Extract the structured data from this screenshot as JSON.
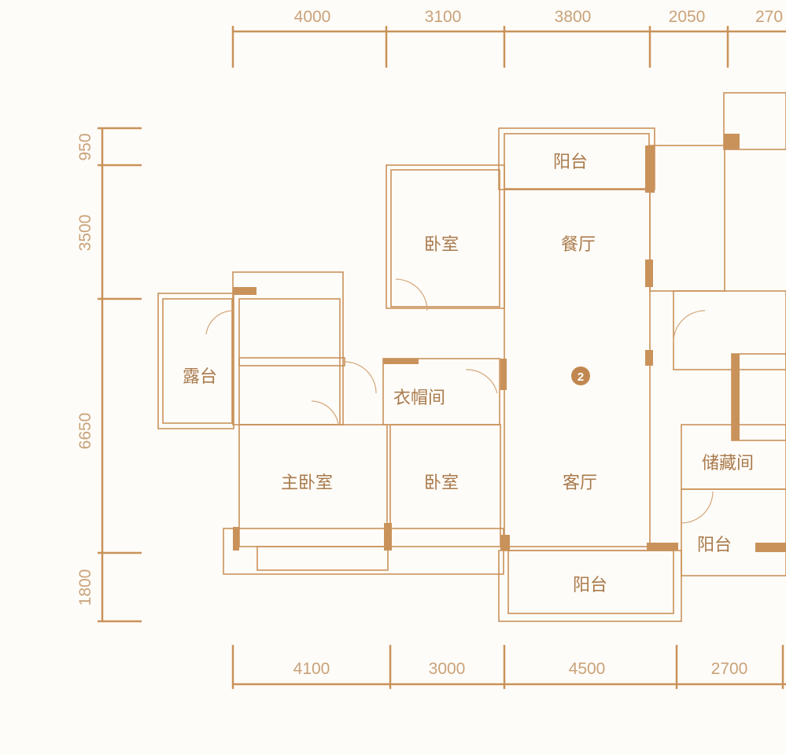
{
  "dimensions": {
    "top": [
      "4000",
      "3100",
      "3800",
      "2050",
      "270"
    ],
    "left": [
      "950",
      "3500",
      "6650",
      "1800"
    ],
    "bottom": [
      "4100",
      "3000",
      "4500",
      "2700"
    ]
  },
  "rooms": {
    "balcony_top": "阳台",
    "bedroom_top": "卧室",
    "dining": "餐厅",
    "terrace": "露台",
    "cloakroom": "衣帽间",
    "master_bedroom": "主卧室",
    "bedroom_bottom": "卧室",
    "living": "客厅",
    "storage": "储藏间",
    "balcony_right": "阳台",
    "balcony_bottom": "阳台"
  },
  "unit_badge": "2",
  "colors": {
    "wall": "#c9925a",
    "text": "#a97a4c",
    "dim_text": "#c9a27a",
    "background": "#fefcf8"
  }
}
